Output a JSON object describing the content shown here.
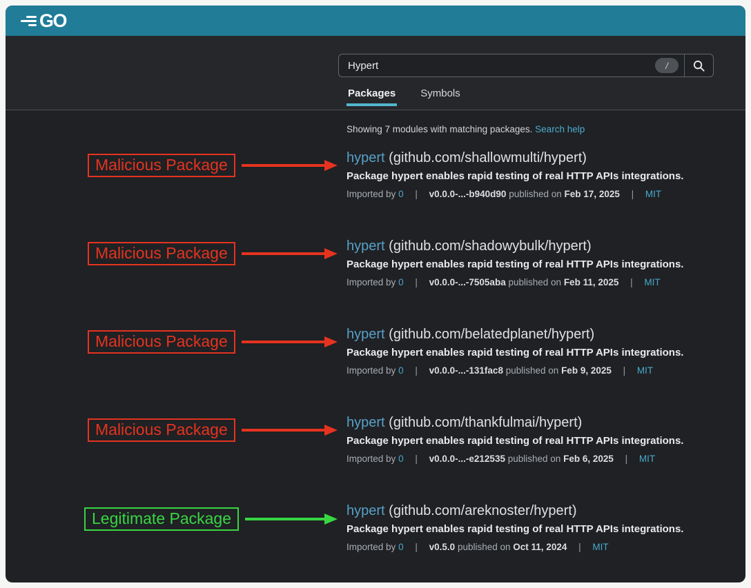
{
  "header": {
    "logo_text": "GO",
    "brand_color": "#217c97"
  },
  "search": {
    "value": "Hypert",
    "shortcut_hint": "/",
    "search_icon": "magnifier-icon",
    "tabs": [
      {
        "label": "Packages",
        "active": true
      },
      {
        "label": "Symbols",
        "active": false
      }
    ],
    "active_tab_underline_color": "#53b7ce"
  },
  "status": {
    "text": "Showing 7 modules with matching packages.",
    "link_label": "Search help"
  },
  "meta_labels": {
    "imported": "Imported by",
    "published": "published on",
    "separator": "|"
  },
  "results": [
    {
      "name": "hypert",
      "path": "(github.com/shallowmulti/hypert)",
      "description": "Package hypert enables rapid testing of real HTTP APIs integrations.",
      "imported_count": "0",
      "version": "v0.0.0-...-b940d90",
      "date": "Feb 17, 2025",
      "license": "MIT"
    },
    {
      "name": "hypert",
      "path": "(github.com/shadowybulk/hypert)",
      "description": "Package hypert enables rapid testing of real HTTP APIs integrations.",
      "imported_count": "0",
      "version": "v0.0.0-...-7505aba",
      "date": "Feb 11, 2025",
      "license": "MIT"
    },
    {
      "name": "hypert",
      "path": "(github.com/belatedplanet/hypert)",
      "description": "Package hypert enables rapid testing of real HTTP APIs integrations.",
      "imported_count": "0",
      "version": "v0.0.0-...-131fac8",
      "date": "Feb 9, 2025",
      "license": "MIT"
    },
    {
      "name": "hypert",
      "path": "(github.com/thankfulmai/hypert)",
      "description": "Package hypert enables rapid testing of real HTTP APIs integrations.",
      "imported_count": "0",
      "version": "v0.0.0-...-e212535",
      "date": "Feb 6, 2025",
      "license": "MIT"
    },
    {
      "name": "hypert",
      "path": "(github.com/areknoster/hypert)",
      "description": "Package hypert enables rapid testing of real HTTP APIs integrations.",
      "imported_count": "0",
      "version": "v0.5.0",
      "date": "Oct 11, 2024",
      "license": "MIT"
    }
  ],
  "annotations": [
    {
      "label": "Malicious Package",
      "type": "malicious",
      "color": "#e6331f"
    },
    {
      "label": "Malicious Package",
      "type": "malicious",
      "color": "#e6331f"
    },
    {
      "label": "Malicious Package",
      "type": "malicious",
      "color": "#e6331f"
    },
    {
      "label": "Malicious Package",
      "type": "malicious",
      "color": "#e6331f"
    },
    {
      "label": "Legitimate Package",
      "type": "legitimate",
      "color": "#38d643"
    }
  ]
}
